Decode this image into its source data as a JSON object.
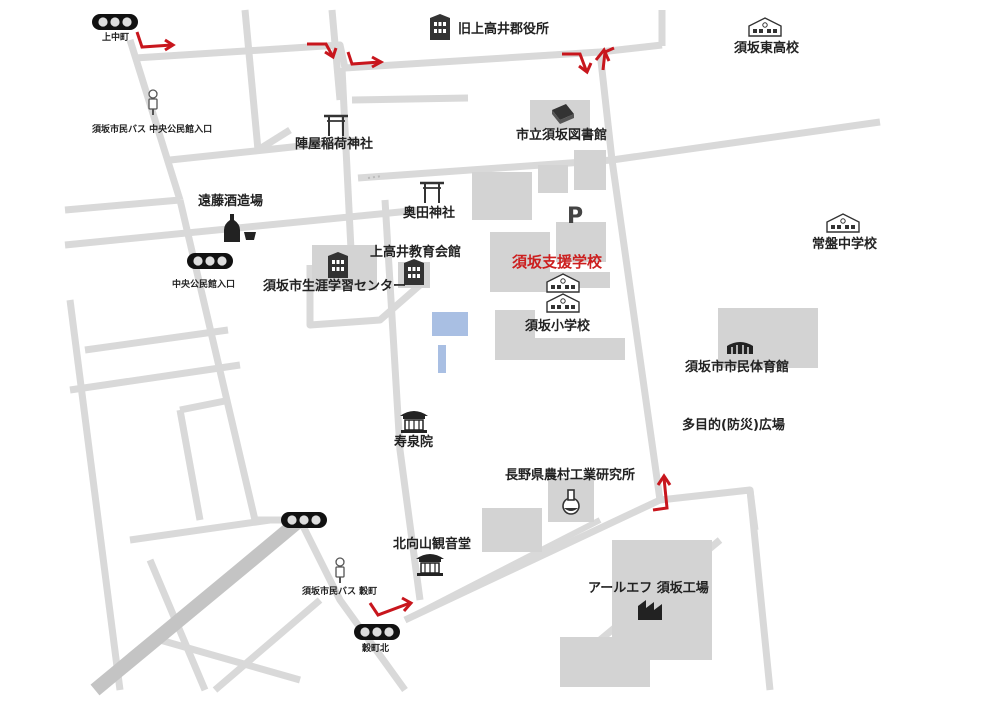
{
  "colors": {
    "road": "#d9d9d9",
    "road_major": "#c4c4c4",
    "building": "#d3d3d3",
    "pool": "#a9bfe3",
    "icon": "#333333",
    "arrow": "#c8161d",
    "accent_label": "#cc1f1f"
  },
  "labels": {
    "kami_naka_machi": "上中町",
    "kyu_kamitakai_gunyakusho": "旧上高井郡役所",
    "suzaka_higashi_hs": "須坂東高校",
    "bus_chuo_kominkan": "須坂市民バス 中央公民館入口",
    "jinya_inari": "陣屋稲荷神社",
    "library": "市立須坂図書館",
    "endo_sake": "遠藤酒造場",
    "okuda_shrine": "奥田神社",
    "parking": "P",
    "tokiwa_jhs": "常盤中学校",
    "kamitakai_kyoiku_kaikan": "上高井教育会館",
    "target_school": "須坂支援学校",
    "chuo_kominkan_iriguchi": "中央公民館入口",
    "lifelong_learning_center": "須坂市生涯学習センター",
    "suzaka_elementary": "須坂小学校",
    "gymnasium": "須坂市市民体育館",
    "jusenin": "寿泉院",
    "tamokuteki_hiroba": "多目的(防災)広場",
    "agri_research": "長野県農村工業研究所",
    "kitamukai_kannon": "北向山観音堂",
    "bus_kokumachi": "須坂市民バス 穀町",
    "rf_factory": "アールエフ 須坂工場",
    "kokumachi_kita": "穀町北"
  }
}
